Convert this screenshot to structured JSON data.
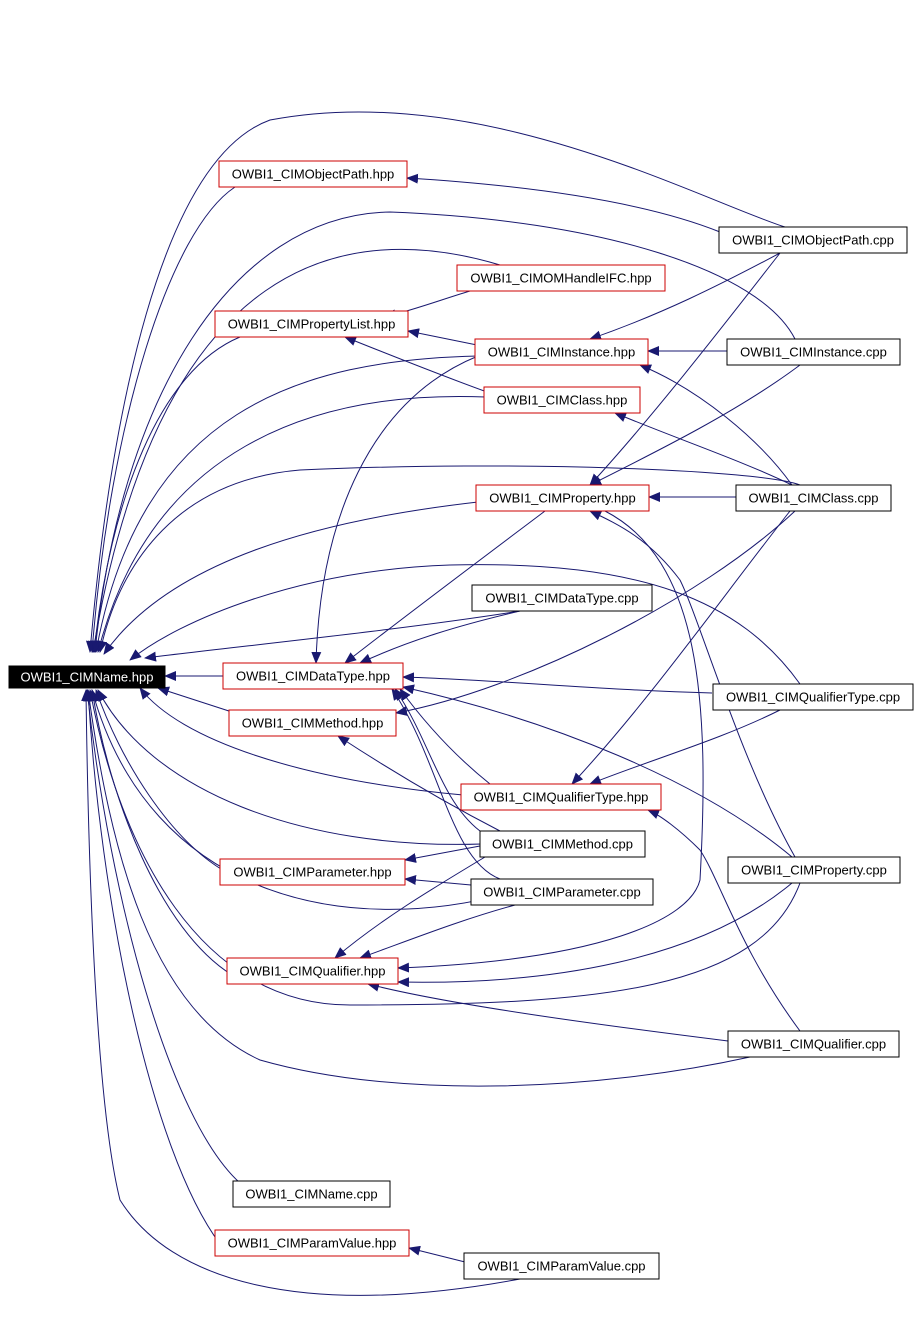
{
  "graph": {
    "colors": {
      "edge": "#191970",
      "header_border": "#cc0000",
      "source_border": "#000000",
      "root_fill": "#000000",
      "root_text": "#ffffff",
      "text": "#000000"
    },
    "nodes": [
      {
        "id": "root",
        "label": "OWBI1_CIMName.hpp",
        "kind": "root"
      },
      {
        "id": "objpath_hpp",
        "label": "OWBI1_CIMObjectPath.hpp",
        "kind": "header"
      },
      {
        "id": "omhandle_hpp",
        "label": "OWBI1_CIMOMHandleIFC.hpp",
        "kind": "header"
      },
      {
        "id": "proplist_hpp",
        "label": "OWBI1_CIMPropertyList.hpp",
        "kind": "header"
      },
      {
        "id": "instance_hpp",
        "label": "OWBI1_CIMInstance.hpp",
        "kind": "header"
      },
      {
        "id": "class_hpp",
        "label": "OWBI1_CIMClass.hpp",
        "kind": "header"
      },
      {
        "id": "property_hpp",
        "label": "OWBI1_CIMProperty.hpp",
        "kind": "header"
      },
      {
        "id": "datatype_hpp",
        "label": "OWBI1_CIMDataType.hpp",
        "kind": "header"
      },
      {
        "id": "method_hpp",
        "label": "OWBI1_CIMMethod.hpp",
        "kind": "header"
      },
      {
        "id": "qualtype_hpp",
        "label": "OWBI1_CIMQualifierType.hpp",
        "kind": "header"
      },
      {
        "id": "parameter_hpp",
        "label": "OWBI1_CIMParameter.hpp",
        "kind": "header"
      },
      {
        "id": "qualifier_hpp",
        "label": "OWBI1_CIMQualifier.hpp",
        "kind": "header"
      },
      {
        "id": "paramvalue_hpp",
        "label": "OWBI1_CIMParamValue.hpp",
        "kind": "header"
      },
      {
        "id": "objpath_cpp",
        "label": "OWBI1_CIMObjectPath.cpp",
        "kind": "source"
      },
      {
        "id": "instance_cpp",
        "label": "OWBI1_CIMInstance.cpp",
        "kind": "source"
      },
      {
        "id": "class_cpp",
        "label": "OWBI1_CIMClass.cpp",
        "kind": "source"
      },
      {
        "id": "datatype_cpp",
        "label": "OWBI1_CIMDataType.cpp",
        "kind": "source"
      },
      {
        "id": "qualtype_cpp",
        "label": "OWBI1_CIMQualifierType.cpp",
        "kind": "source"
      },
      {
        "id": "method_cpp",
        "label": "OWBI1_CIMMethod.cpp",
        "kind": "source"
      },
      {
        "id": "parameter_cpp",
        "label": "OWBI1_CIMParameter.cpp",
        "kind": "source"
      },
      {
        "id": "property_cpp",
        "label": "OWBI1_CIMProperty.cpp",
        "kind": "source"
      },
      {
        "id": "qualifier_cpp",
        "label": "OWBI1_CIMQualifier.cpp",
        "kind": "source"
      },
      {
        "id": "name_cpp",
        "label": "OWBI1_CIMName.cpp",
        "kind": "source"
      },
      {
        "id": "paramvalue_cpp",
        "label": "OWBI1_CIMParamValue.cpp",
        "kind": "source"
      }
    ],
    "edges": [
      {
        "from": "objpath_hpp",
        "to": "root"
      },
      {
        "from": "omhandle_hpp",
        "to": "root"
      },
      {
        "from": "proplist_hpp",
        "to": "root"
      },
      {
        "from": "instance_hpp",
        "to": "root"
      },
      {
        "from": "class_hpp",
        "to": "root"
      },
      {
        "from": "property_hpp",
        "to": "root"
      },
      {
        "from": "datatype_hpp",
        "to": "root"
      },
      {
        "from": "method_hpp",
        "to": "root"
      },
      {
        "from": "qualtype_hpp",
        "to": "root"
      },
      {
        "from": "parameter_hpp",
        "to": "root"
      },
      {
        "from": "qualifier_hpp",
        "to": "root"
      },
      {
        "from": "paramvalue_hpp",
        "to": "root"
      },
      {
        "from": "objpath_cpp",
        "to": "root"
      },
      {
        "from": "instance_cpp",
        "to": "root"
      },
      {
        "from": "class_cpp",
        "to": "root"
      },
      {
        "from": "datatype_cpp",
        "to": "root"
      },
      {
        "from": "qualtype_cpp",
        "to": "root"
      },
      {
        "from": "method_cpp",
        "to": "root"
      },
      {
        "from": "parameter_cpp",
        "to": "root"
      },
      {
        "from": "property_cpp",
        "to": "root"
      },
      {
        "from": "qualifier_cpp",
        "to": "root"
      },
      {
        "from": "name_cpp",
        "to": "root"
      },
      {
        "from": "paramvalue_cpp",
        "to": "root"
      },
      {
        "from": "objpath_cpp",
        "to": "objpath_hpp"
      },
      {
        "from": "omhandle_hpp",
        "to": "proplist_hpp"
      },
      {
        "from": "instance_hpp",
        "to": "proplist_hpp"
      },
      {
        "from": "class_hpp",
        "to": "proplist_hpp"
      },
      {
        "from": "objpath_cpp",
        "to": "instance_hpp"
      },
      {
        "from": "instance_cpp",
        "to": "instance_hpp"
      },
      {
        "from": "class_cpp",
        "to": "instance_hpp"
      },
      {
        "from": "class_cpp",
        "to": "class_hpp"
      },
      {
        "from": "class_cpp",
        "to": "property_hpp"
      },
      {
        "from": "instance_cpp",
        "to": "property_hpp"
      },
      {
        "from": "objpath_cpp",
        "to": "property_hpp"
      },
      {
        "from": "property_cpp",
        "to": "property_hpp"
      },
      {
        "from": "instance_hpp",
        "to": "datatype_hpp"
      },
      {
        "from": "property_hpp",
        "to": "datatype_hpp"
      },
      {
        "from": "datatype_cpp",
        "to": "datatype_hpp"
      },
      {
        "from": "qualtype_cpp",
        "to": "datatype_hpp"
      },
      {
        "from": "qualtype_hpp",
        "to": "datatype_hpp"
      },
      {
        "from": "method_cpp",
        "to": "datatype_hpp"
      },
      {
        "from": "parameter_cpp",
        "to": "datatype_hpp"
      },
      {
        "from": "property_cpp",
        "to": "datatype_hpp"
      },
      {
        "from": "class_cpp",
        "to": "method_hpp"
      },
      {
        "from": "method_cpp",
        "to": "method_hpp"
      },
      {
        "from": "qualtype_cpp",
        "to": "qualtype_hpp"
      },
      {
        "from": "class_cpp",
        "to": "qualtype_hpp"
      },
      {
        "from": "qualifier_cpp",
        "to": "qualtype_hpp"
      },
      {
        "from": "method_cpp",
        "to": "parameter_hpp"
      },
      {
        "from": "parameter_cpp",
        "to": "parameter_hpp"
      },
      {
        "from": "method_cpp",
        "to": "qualifier_hpp"
      },
      {
        "from": "parameter_cpp",
        "to": "qualifier_hpp"
      },
      {
        "from": "property_cpp",
        "to": "qualifier_hpp"
      },
      {
        "from": "qualifier_cpp",
        "to": "qualifier_hpp"
      },
      {
        "from": "property_hpp",
        "to": "qualifier_hpp"
      },
      {
        "from": "paramvalue_cpp",
        "to": "paramvalue_hpp"
      }
    ]
  }
}
